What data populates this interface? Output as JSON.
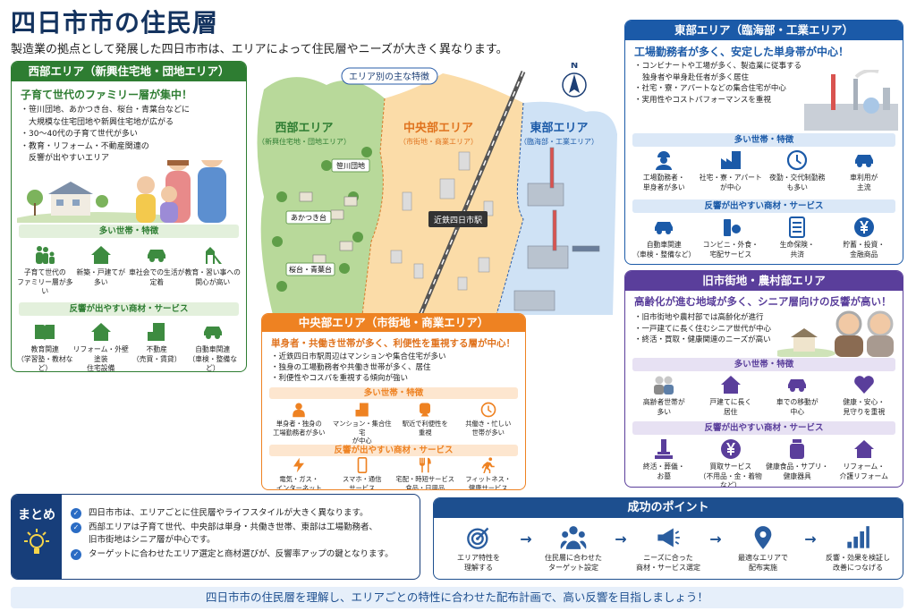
{
  "title": "四日市市の住民層",
  "subtitle": "製造業の拠点として発展した四日市市は、エリアによって住民層やニーズが大きく異なります。",
  "colors": {
    "west": "#2e7d32",
    "central": "#ee8222",
    "east": "#1b5aa8",
    "old": "#5a3e9b",
    "navy": "#173e7a"
  },
  "west": {
    "header": "西部エリア（新興住宅地・団地エリア）",
    "headline": "子育て世代のファミリー層が集中！",
    "bullets": [
      "笹川団地、あかつき台、桜台・青葉台などに\n大規模な住宅団地や新興住宅地が広がる",
      "30〜40代の子育て世代が多い",
      "教育・リフォーム・不動産関連の\n反響が出やすいエリア"
    ],
    "sec1": "多い世帯・特徴",
    "items1": [
      {
        "icon": "family",
        "label": "子育て世代の\nファミリー層が多い"
      },
      {
        "icon": "house",
        "label": "新築・戸建てが\n多い"
      },
      {
        "icon": "car",
        "label": "車社会での生活が\n定着"
      },
      {
        "icon": "playground",
        "label": "教育・習い事への\n関心が高い"
      }
    ],
    "sec2": "反響が出やすい商材・サービス",
    "items2": [
      {
        "icon": "book",
        "label": "教育関連\n（学習塾・教材など）"
      },
      {
        "icon": "house",
        "label": "リフォーム・外壁塗装\n住宅設備"
      },
      {
        "icon": "building",
        "label": "不動産\n（売買・賃貸）"
      },
      {
        "icon": "car",
        "label": "自動車関連\n（車検・整備など）"
      }
    ]
  },
  "map": {
    "badge": "エリア別の主な特徴",
    "compass": "N",
    "west_name": "西部エリア",
    "west_sub": "（新興住宅地・団地エリア）",
    "central_name": "中央部エリア",
    "central_sub": "（市街地・商業エリア）",
    "east_name": "東部エリア",
    "east_sub": "（臨海部・工業エリア）",
    "places": [
      "笹川団地",
      "あかつき台",
      "桜台・青葉台"
    ],
    "station": "近鉄四日市駅"
  },
  "central": {
    "header": "中央部エリア（市街地・商業エリア）",
    "headline": "単身者・共働き世帯が多く、利便性を重視する層が中心！",
    "bullets": [
      "近鉄四日市駅周辺はマンションや集合住宅が多い",
      "独身の工場勤務者や共働き世帯が多く、居住",
      "利便性やコスパを重視する傾向が強い"
    ],
    "sec1": "多い世帯・特徴",
    "items1": [
      {
        "icon": "person",
        "label": "単身者・独身の\n工場勤務者が多い"
      },
      {
        "icon": "building",
        "label": "マンション・集合住宅\nが中心"
      },
      {
        "icon": "train",
        "label": "駅近で利便性を\n重視"
      },
      {
        "icon": "clock",
        "label": "共働き・忙しい\n世帯が多い"
      }
    ],
    "sec2": "反響が出やすい商材・サービス",
    "items2": [
      {
        "icon": "bolt",
        "label": "電気・ガス・\nインターネット"
      },
      {
        "icon": "phone",
        "label": "スマホ・通信\nサービス"
      },
      {
        "icon": "cutlery",
        "label": "宅配・時短サービス\n食品・日用品"
      },
      {
        "icon": "run",
        "label": "フィットネス・\n健康サービス"
      }
    ]
  },
  "east": {
    "header": "東部エリア（臨海部・工業エリア）",
    "headline": "工場勤務者が多く、安定した単身帯が中心！",
    "bullets": [
      "コンビナートや工場が多く、製造業に従事する\n独身者や単身赴任者が多く居住",
      "社宅・寮・アパートなどの集合住宅が中心",
      "実用性やコストパフォーマンスを重視"
    ],
    "sec1": "多い世帯・特徴",
    "items1": [
      {
        "icon": "worker",
        "label": "工場勤務者・\n単身者が多い"
      },
      {
        "icon": "factory",
        "label": "社宅・寮・アパート\nが中心"
      },
      {
        "icon": "clock",
        "label": "夜勤・交代制勤務\nも多い"
      },
      {
        "icon": "car",
        "label": "車利用が\n主流"
      }
    ],
    "sec2": "反響が出やすい商材・サービス",
    "items2": [
      {
        "icon": "car",
        "label": "自動車関連\n（車検・整備など）"
      },
      {
        "icon": "shop",
        "label": "コンビニ・外食・\n宅配サービス"
      },
      {
        "icon": "list",
        "label": "生命保険・\n共済"
      },
      {
        "icon": "yen",
        "label": "貯蓄・投資・\n金融商品"
      }
    ]
  },
  "old": {
    "header": "旧市街地・農村部エリア",
    "headline": "高齢化が進む地域が多く、シニア層向けの反響が高い！",
    "bullets": [
      "旧市街地や農村部では高齢化が進行",
      "一戸建てに長く住むシニア世代が中心",
      "終活・買取・健康関連のニーズが高い"
    ],
    "sec1": "多い世帯・特徴",
    "items1": [
      {
        "icon": "elders",
        "label": "高齢者世帯が\n多い"
      },
      {
        "icon": "house",
        "label": "戸建てに長く\n居住"
      },
      {
        "icon": "car",
        "label": "車での移動が\n中心"
      },
      {
        "icon": "heart",
        "label": "健康・安心・\n見守りを重視"
      }
    ],
    "sec2": "反響が出やすい商材・サービス",
    "items2": [
      {
        "icon": "tomb",
        "label": "終活・葬儀・\nお墓"
      },
      {
        "icon": "yen",
        "label": "買取サービス\n（不用品・金・着物など）"
      },
      {
        "icon": "bottle",
        "label": "健康食品・サプリ・\n健康器具"
      },
      {
        "icon": "house",
        "label": "リフォーム・\n介護リフォーム"
      }
    ]
  },
  "summary": {
    "label": "まとめ",
    "items": [
      "四日市市は、エリアごとに住民層やライフスタイルが大きく異なります。",
      "西部エリアは子育て世代、中央部は単身・共働き世帯、東部は工場勤務者、\n旧市街地はシニア層が中心です。",
      "ターゲットに合わせたエリア選定と商材選びが、反響率アップの鍵となります。"
    ]
  },
  "success": {
    "title": "成功のポイント",
    "steps": [
      {
        "icon": "target",
        "label": "エリア特性を\n理解する"
      },
      {
        "icon": "people",
        "label": "住民層に合わせた\nターゲット設定"
      },
      {
        "icon": "megaphone",
        "label": "ニーズに合った\n商材・サービス選定"
      },
      {
        "icon": "pin",
        "label": "最適なエリアで\n配布実施"
      },
      {
        "icon": "bars",
        "label": "反響・効果を検証し\n改善につなげる"
      }
    ]
  },
  "footer": "四日市市の住民層を理解し、エリアごとの特性に合わせた配布計画で、高い反響を目指しましょう！"
}
